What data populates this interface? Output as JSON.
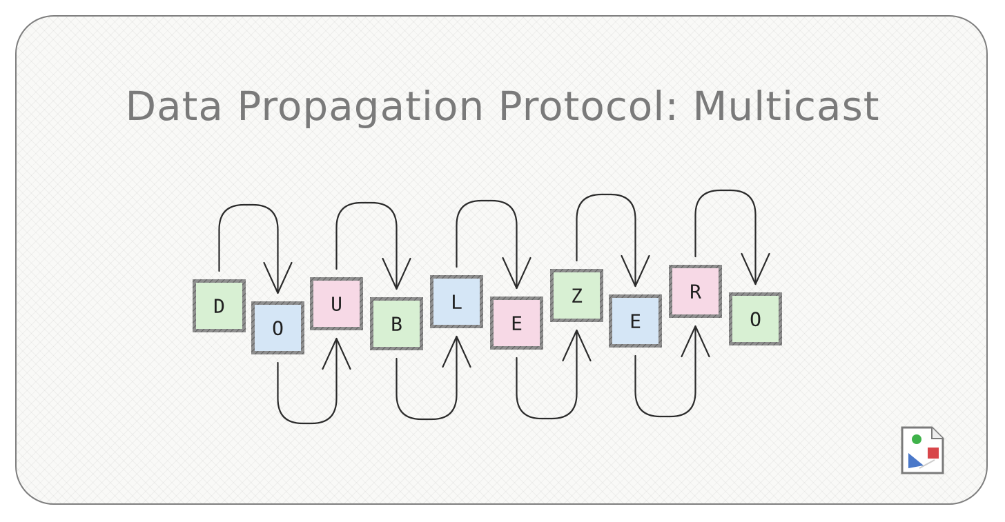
{
  "title": "Data Propagation Protocol: Multicast",
  "nodes": [
    {
      "letter": "D",
      "color": "#d8f0d3"
    },
    {
      "letter": "O",
      "color": "#d5e6f6"
    },
    {
      "letter": "U",
      "color": "#f7d9e6"
    },
    {
      "letter": "B",
      "color": "#d8f0d3"
    },
    {
      "letter": "L",
      "color": "#d5e6f6"
    },
    {
      "letter": "E",
      "color": "#f7d9e6"
    },
    {
      "letter": "Z",
      "color": "#d8f0d3"
    },
    {
      "letter": "E",
      "color": "#d5e6f6"
    },
    {
      "letter": "R",
      "color": "#f7d9e6"
    },
    {
      "letter": "O",
      "color": "#d8f0d3"
    }
  ],
  "icons": {
    "broken_image": "broken-image-icon"
  }
}
